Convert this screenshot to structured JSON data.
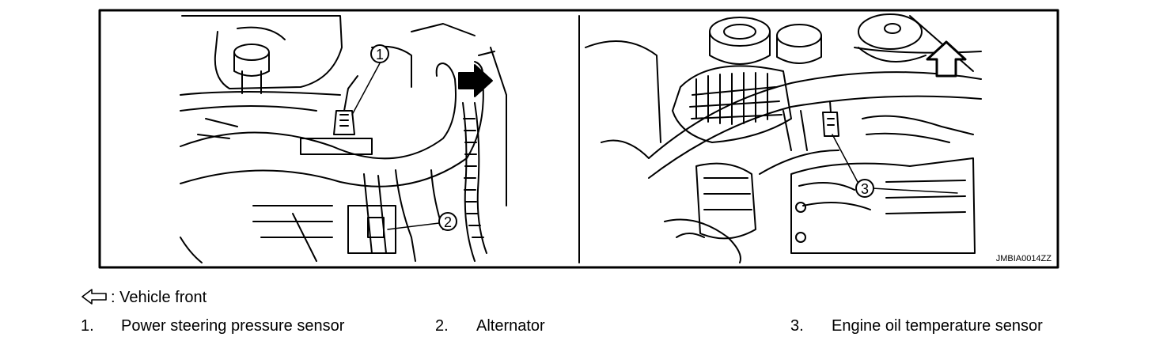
{
  "figure": {
    "code": "JMBIA0014ZZ",
    "callouts": [
      "1",
      "2",
      "3"
    ]
  },
  "legend": {
    "arrow_label": ": Vehicle front",
    "arrow_icon": "outline-arrow-left-icon",
    "items": [
      {
        "number": "1.",
        "text": "Power steering pressure sensor"
      },
      {
        "number": "2.",
        "text": "Alternator"
      },
      {
        "number": "3.",
        "text": "Engine oil temperature sensor"
      }
    ]
  }
}
